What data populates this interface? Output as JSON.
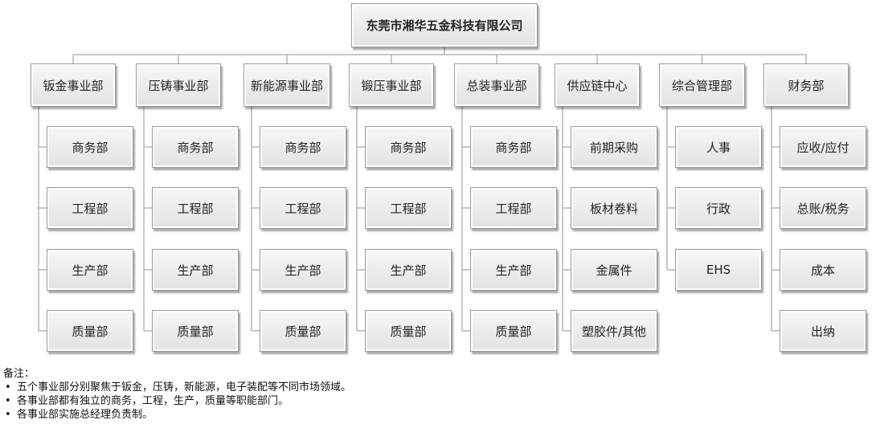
{
  "company": "东莞市湘华五金科技有限公司",
  "divisions": [
    {
      "name": "钣金事业部",
      "children": [
        "商务部",
        "工程部",
        "生产部",
        "质量部"
      ]
    },
    {
      "name": "压铸事业部",
      "children": [
        "商务部",
        "工程部",
        "生产部",
        "质量部"
      ]
    },
    {
      "name": "新能源事业部",
      "children": [
        "商务部",
        "工程部",
        "生产部",
        "质量部"
      ]
    },
    {
      "name": "锻压事业部",
      "children": [
        "商务部",
        "工程部",
        "生产部",
        "质量部"
      ]
    },
    {
      "name": "总装事业部",
      "children": [
        "商务部",
        "工程部",
        "生产部",
        "质量部"
      ]
    },
    {
      "name": "供应链中心",
      "children": [
        "前期采购",
        "板材卷料",
        "金属件",
        "塑胶件/其他"
      ]
    },
    {
      "name": "综合管理部",
      "children": [
        "人事",
        "行政",
        "EHS"
      ]
    },
    {
      "name": "财务部",
      "children": [
        "应收/应付",
        "总账/税务",
        "成本",
        "出纳"
      ]
    }
  ],
  "notes": {
    "heading": "备注：",
    "items": [
      "五个事业部分别聚焦于钣金，压铸，新能源，电子装配等不同市场领域。",
      "各事业部都有独立的商务，工程，生产，质量等职能部门。",
      "各事业部实施总经理负责制。"
    ]
  },
  "colors": {
    "connector": "#b5b5b5",
    "box_border": "#9a9a9a"
  }
}
